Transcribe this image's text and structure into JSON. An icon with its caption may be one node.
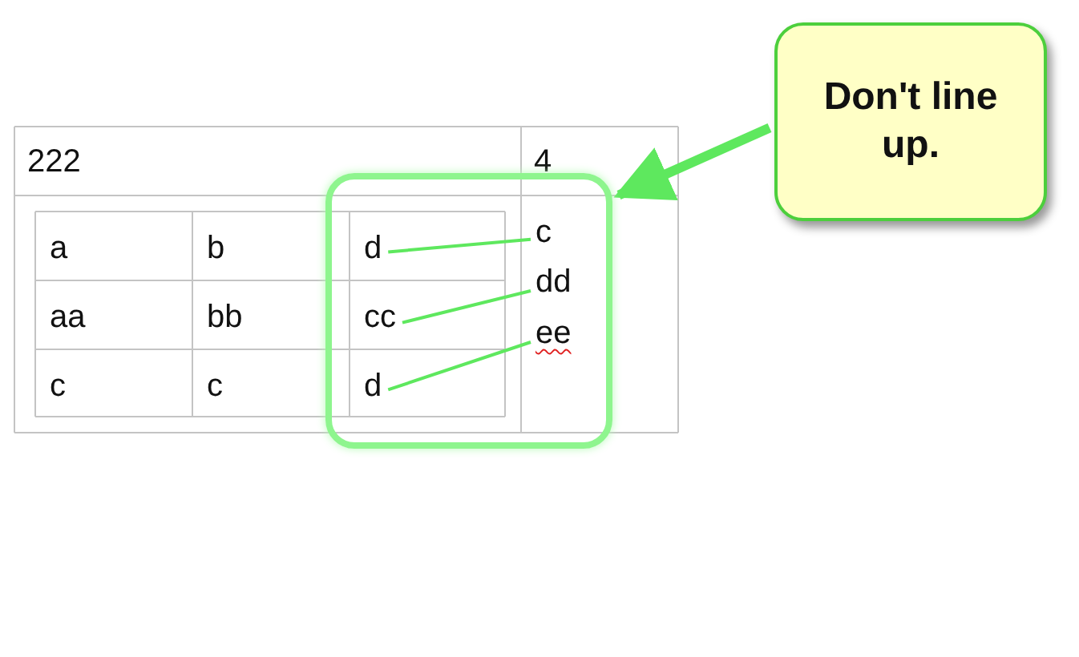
{
  "diagram": {
    "nodes": [
      {
        "text": [],
        "shape": "box"
      },
      {
        "text": [
          "d"
        ],
        "in": 0
      },
      {
        "text": [
          "cc"
        ],
        "in": 0
      },
      {
        "text": [
          "d"
        ],
        "in": 0
      },
      {
        "text": [
          "c"
        ],
        "in": 0
      },
      {
        "text": [
          "dd"
        ],
        "in": 0
      },
      {
        "text": [
          "ee"
        ],
        "in": 0
      },
      {
        "text": [
          "Don't line up."
        ]
      }
    ],
    "edges": [
      {
        "from": 1,
        "to": 4,
        "arrow": "none"
      },
      {
        "from": 2,
        "to": 5,
        "arrow": "none"
      },
      {
        "from": 3,
        "to": 6,
        "arrow": "none"
      },
      {
        "from": 7,
        "to": 0,
        "arrow": "to",
        "style": "thick"
      }
    ],
    "labels": [
      "222",
      "4",
      "a",
      "b",
      "aa",
      "bb",
      "c",
      "c"
    ]
  }
}
